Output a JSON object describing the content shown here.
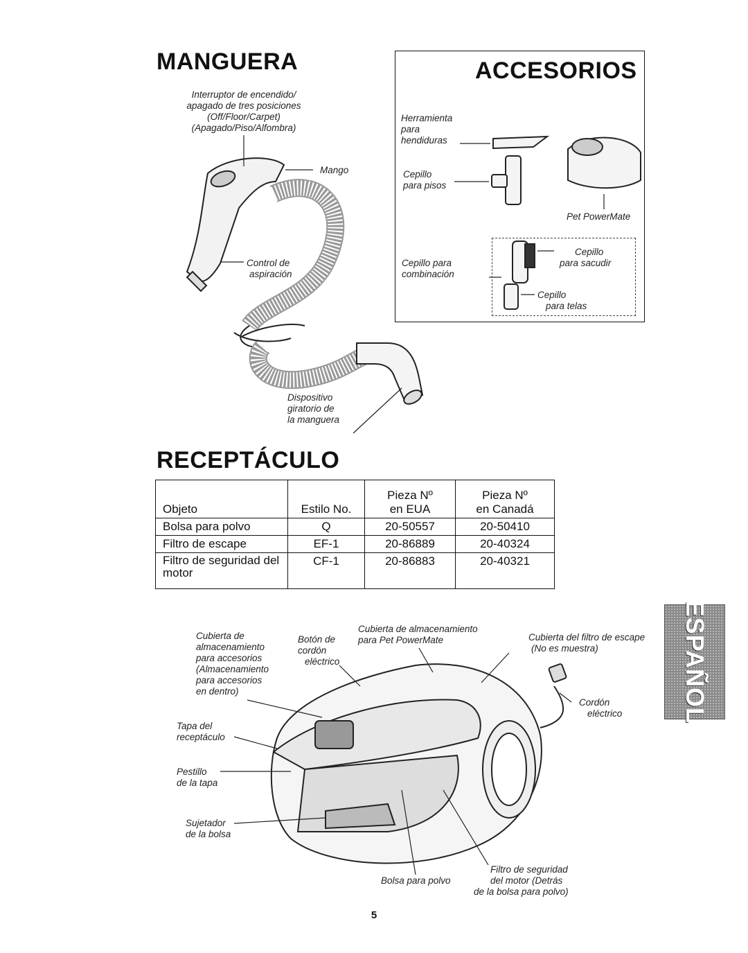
{
  "manguera": {
    "title": "MANGUERA",
    "switch_label_1": "Interruptor de encendido/",
    "switch_label_2": "apagado de tres posiciones",
    "switch_label_3": "(Off/Floor/Carpet)",
    "switch_label_4": "(Apagado/Piso/Alfombra)",
    "mango": "Mango",
    "control_1": "Control de",
    "control_2": "aspiración",
    "swivel_1": "Dispositivo",
    "swivel_2": "giratorio de",
    "swivel_3": "la manguera"
  },
  "accesorios": {
    "title": "ACCESORIOS",
    "crevice_1": "Herramienta",
    "crevice_2": "para",
    "crevice_3": "hendiduras",
    "floor_1": "Cepillo",
    "floor_2": "para pisos",
    "petpowermate": "Pet PowerMate",
    "combo_1": "Cepillo para",
    "combo_2": "combinación",
    "dust_1": "Cepillo",
    "dust_2": "para sacudir",
    "fabric_1": "Cepillo",
    "fabric_2": "para telas"
  },
  "receptaculo": {
    "title": "RECEPTÁCULO",
    "headers": {
      "objeto": "Objeto",
      "estilo": "Estilo No.",
      "eua_1": "Pieza Nº",
      "eua_2": "en EUA",
      "canada_1": "Pieza Nº",
      "canada_2": "en Canadá"
    },
    "rows": [
      {
        "objeto": "Bolsa para polvo",
        "estilo": "Q",
        "eua": "20-50557",
        "canada": "20-50410"
      },
      {
        "objeto": "Filtro de escape",
        "estilo": "EF-1",
        "eua": "20-86889",
        "canada": "20-40324"
      },
      {
        "objeto": "Filtro de seguridad del motor",
        "estilo": "CF-1",
        "eua": "20-86883",
        "canada": "20-40321"
      }
    ]
  },
  "canister": {
    "storage_1": "Cubierta de",
    "storage_2": "almacenamiento",
    "storage_3": "para accesorios",
    "storage_4": "(Almacenamiento",
    "storage_5": "para accesorios",
    "storage_6": "en dentro)",
    "cord_btn_1": "Botón de",
    "cord_btn_2": "cordón",
    "cord_btn_3": "eléctrico",
    "pet_cover_1": "Cubierta de almacenamiento",
    "pet_cover_2": "para Pet PowerMate",
    "exhaust_1": "Cubierta del filtro de escape",
    "exhaust_2": "(No es muestra)",
    "cord_1": "Cordón",
    "cord_2": "eléctrico",
    "lid_1": "Tapa del",
    "lid_2": "receptáculo",
    "latch_1": "Pestillo",
    "latch_2": "de la tapa",
    "holder_1": "Sujetador",
    "holder_2": "de la bolsa",
    "bag": "Bolsa para polvo",
    "motor_1": "Filtro de seguridad",
    "motor_2": "del motor (Detrás",
    "motor_3": "de la bolsa para polvo)"
  },
  "side_tab": "ESPAÑOL",
  "page_number": "5"
}
